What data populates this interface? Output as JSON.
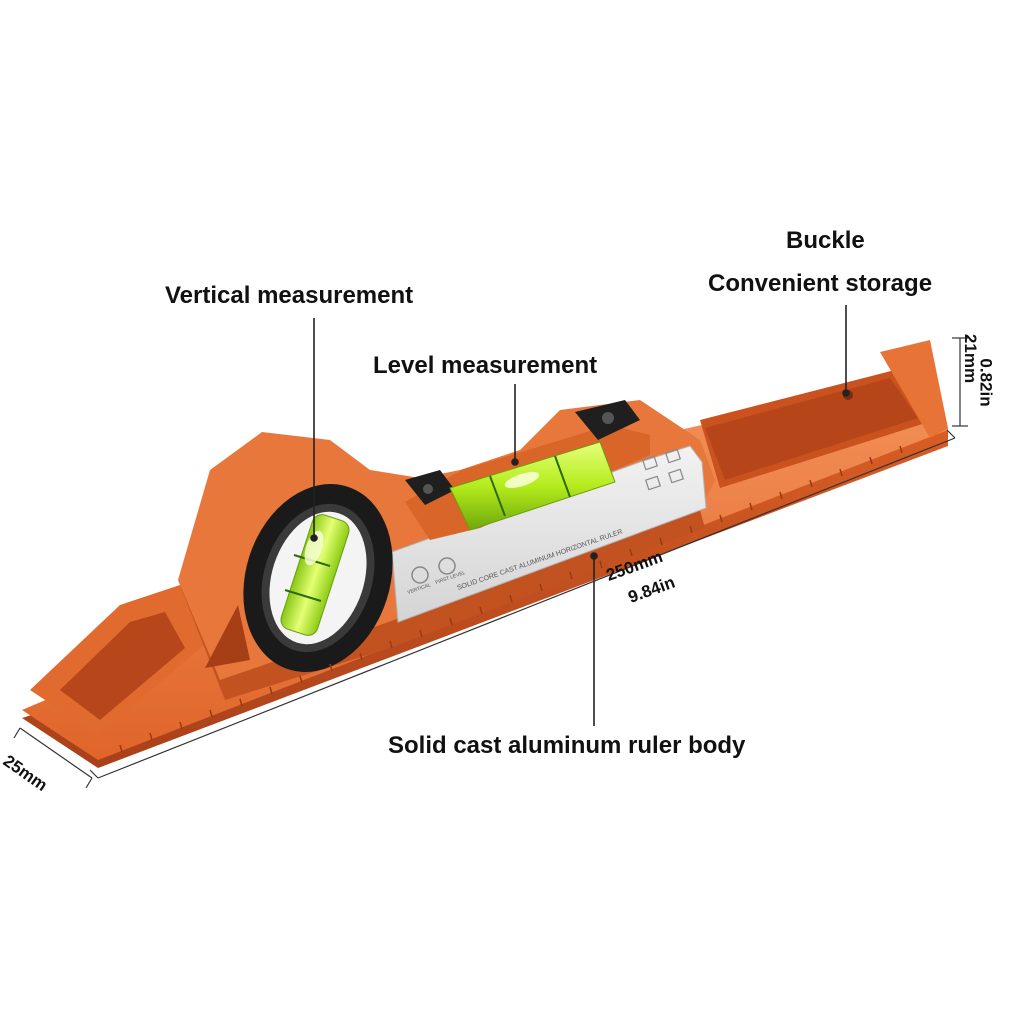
{
  "callouts": {
    "vertical": "Vertical measurement",
    "level": "Level measurement",
    "buckle": "Buckle",
    "storage": "Convenient storage",
    "body": "Solid cast aluminum ruler body"
  },
  "dimensions": {
    "length_mm": "250mm",
    "length_in": "9.84in",
    "height_mm": "21mm",
    "height_in": "0.82in",
    "width_mm": "25mm"
  },
  "plate": {
    "engraving": "SOLID CORE CAST ALUMINUM HORIZONTAL RULER",
    "label_vertical": "VERTICAL",
    "label_level": "FIRST LEVEL"
  },
  "colors": {
    "body": "#e2692a",
    "body_dark": "#b8481a",
    "body_light": "#f08a4e",
    "vial": "#b9f020",
    "plate": "#e6e6e6",
    "frame": "#1c1c1c",
    "callout_line": "#222222"
  }
}
